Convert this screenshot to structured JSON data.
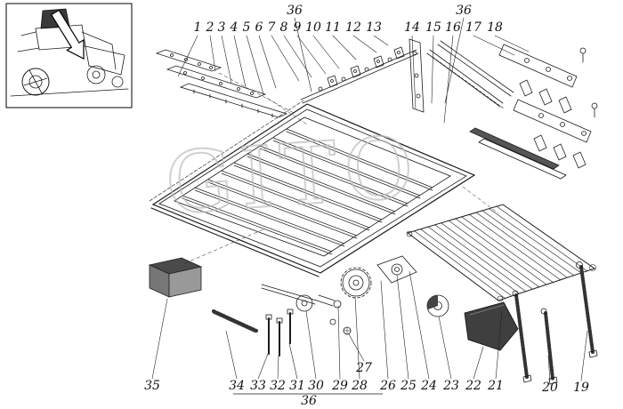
{
  "diagram": {
    "watermark": "GITO",
    "callouts": {
      "c1": {
        "text": "1"
      },
      "c2": {
        "text": "2"
      },
      "c3": {
        "text": "3"
      },
      "c4": {
        "text": "4"
      },
      "c5": {
        "text": "5"
      },
      "c6": {
        "text": "6"
      },
      "c7": {
        "text": "7"
      },
      "c8": {
        "text": "8"
      },
      "c9": {
        "text": "9"
      },
      "c10": {
        "text": "10"
      },
      "c11": {
        "text": "11"
      },
      "c12": {
        "text": "12"
      },
      "c13": {
        "text": "13"
      },
      "c14": {
        "text": "14"
      },
      "c15": {
        "text": "15"
      },
      "c16": {
        "text": "16"
      },
      "c17": {
        "text": "17"
      },
      "c18": {
        "text": "18"
      },
      "c19": {
        "text": "19"
      },
      "c20": {
        "text": "20"
      },
      "c21": {
        "text": "21"
      },
      "c22": {
        "text": "22"
      },
      "c23": {
        "text": "23"
      },
      "c24": {
        "text": "24"
      },
      "c25": {
        "text": "25"
      },
      "c26": {
        "text": "26"
      },
      "c27": {
        "text": "27"
      },
      "c28": {
        "text": "28"
      },
      "c29": {
        "text": "29"
      },
      "c30": {
        "text": "30"
      },
      "c31": {
        "text": "31"
      },
      "c32": {
        "text": "32"
      },
      "c33": {
        "text": "33"
      },
      "c34": {
        "text": "34"
      },
      "c35": {
        "text": "35"
      },
      "c36a": {
        "text": "36"
      },
      "c36b": {
        "text": "36"
      },
      "c36c": {
        "text": "36"
      }
    }
  }
}
